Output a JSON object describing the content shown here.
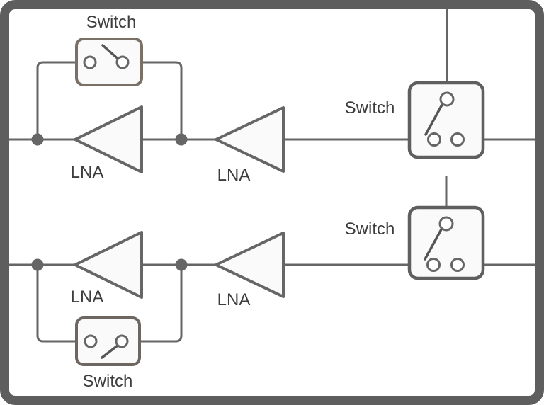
{
  "diagram": {
    "rows": [
      {
        "bypass_switch_label": "Switch",
        "lna_labels": [
          "LNA",
          "LNA"
        ],
        "selector_switch_label": "Switch"
      },
      {
        "bypass_switch_label": "Switch",
        "lna_labels": [
          "LNA",
          "LNA"
        ],
        "selector_switch_label": "Switch"
      }
    ],
    "colors": {
      "wire": "#666666",
      "frame_border": "#5e5e5e",
      "component_fill": "#fafafa",
      "bypass_box_border_top": "#7a7066",
      "bypass_box_border_bottom": "#6e6661",
      "selector_box_border": "#5f5f5f",
      "junction_dot": "#666666",
      "label_text": "#3d3d3d"
    }
  }
}
